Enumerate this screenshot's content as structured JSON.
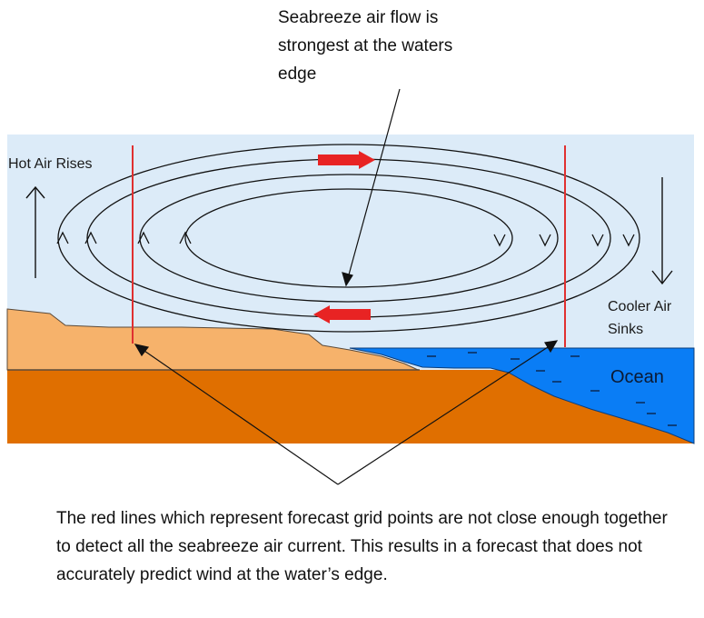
{
  "top_caption": "Seabreeze air flow is\nstrongest at the waters\nedge",
  "labels": {
    "hot_air_rises": "Hot Air Rises",
    "cooler_air_line1": "Cooler Air",
    "cooler_air_line2": "Sinks",
    "ocean": "Ocean"
  },
  "bottom_caption": "The red lines which represent forecast grid points are not close enough together to detect all the seabreeze air current. This results in a forecast that does not accurately predict wind at the water’s edge.",
  "colors": {
    "sky": "#dcebf8",
    "sand": "#f6b26b",
    "soil": "#e06f00",
    "ocean": "#0a7df5",
    "grid_line": "#e03030",
    "arrow": "#e82323"
  }
}
